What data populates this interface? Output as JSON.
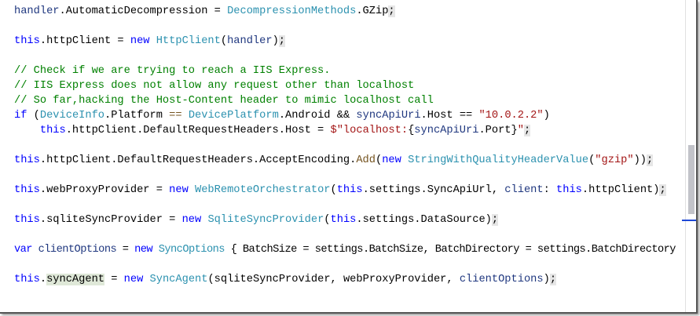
{
  "editor": {
    "lines": [
      [
        [
          "handler",
          "v"
        ],
        [
          ".AutomaticDecompression = ",
          "o"
        ],
        [
          "DecompressionMethods",
          "t"
        ],
        [
          ".GZip",
          "o"
        ],
        [
          ";",
          "hl"
        ]
      ],
      [],
      [
        [
          "this",
          "k"
        ],
        [
          ".httpClient = ",
          "o"
        ],
        [
          "new ",
          "k"
        ],
        [
          "HttpClient",
          "t"
        ],
        [
          "(",
          "o"
        ],
        [
          "handler",
          "v"
        ],
        [
          ")",
          "o"
        ],
        [
          ";",
          "hl"
        ]
      ],
      [],
      [
        [
          "// Check if we are trying to reach a IIS Express.",
          "c"
        ]
      ],
      [
        [
          "// IIS Express does not allow any request other than localhost",
          "c"
        ]
      ],
      [
        [
          "// So far,hacking the Host-Content header to mimic localhost call",
          "c"
        ]
      ],
      [
        [
          "if",
          "k"
        ],
        [
          " (",
          "o"
        ],
        [
          "DeviceInfo",
          "t"
        ],
        [
          ".Platform ",
          "o"
        ],
        [
          "==",
          "m"
        ],
        [
          " ",
          "o"
        ],
        [
          "DevicePlatform",
          "t"
        ],
        [
          ".Android && ",
          "o"
        ],
        [
          "syncApiUri",
          "v"
        ],
        [
          ".Host == ",
          "o"
        ],
        [
          "\"10.0.2.2\"",
          "s"
        ],
        [
          ")",
          "o"
        ]
      ],
      [
        [
          "    ",
          "o"
        ],
        [
          "this",
          "k"
        ],
        [
          ".httpClient.DefaultRequestHeaders.Host = ",
          "o"
        ],
        [
          "$\"localhost:",
          "s"
        ],
        [
          "{",
          "o"
        ],
        [
          "syncApiUri",
          "v"
        ],
        [
          ".Port}",
          "o"
        ],
        [
          "\"",
          "s"
        ],
        [
          ";",
          "hl"
        ]
      ],
      [],
      [
        [
          "this",
          "k"
        ],
        [
          ".httpClient.DefaultRequestHeaders.AcceptEncoding.",
          "o"
        ],
        [
          "Add",
          "m"
        ],
        [
          "(",
          "o"
        ],
        [
          "new ",
          "k"
        ],
        [
          "StringWithQualityHeaderValue",
          "t"
        ],
        [
          "(",
          "o"
        ],
        [
          "\"gzip\"",
          "s"
        ],
        [
          "))",
          "o"
        ],
        [
          ";",
          "hl"
        ]
      ],
      [],
      [
        [
          "this",
          "k"
        ],
        [
          ".webProxyProvider = ",
          "o"
        ],
        [
          "new ",
          "k"
        ],
        [
          "WebRemoteOrchestrator",
          "t"
        ],
        [
          "(",
          "o"
        ],
        [
          "this",
          "k"
        ],
        [
          ".settings.SyncApiUrl, ",
          "o"
        ],
        [
          "client",
          "v"
        ],
        [
          ": ",
          "o"
        ],
        [
          "this",
          "k"
        ],
        [
          ".httpClient)",
          "o"
        ],
        [
          ";",
          "hl"
        ]
      ],
      [],
      [
        [
          "this",
          "k"
        ],
        [
          ".sqliteSyncProvider = ",
          "o"
        ],
        [
          "new ",
          "k"
        ],
        [
          "SqliteSyncProvider",
          "t"
        ],
        [
          "(",
          "o"
        ],
        [
          "this",
          "k"
        ],
        [
          ".settings.DataSource)",
          "o"
        ],
        [
          ";",
          "hl"
        ]
      ],
      [],
      [
        [
          "var",
          "k"
        ],
        [
          " ",
          "o"
        ],
        [
          "clientOptions",
          "v"
        ],
        [
          " = ",
          "o"
        ],
        [
          "new ",
          "k"
        ],
        [
          "SyncOptions",
          "t"
        ],
        [
          " { BatchSize = settings.BatchSize, BatchDirectory = settings.BatchDirectory",
          "o"
        ]
      ],
      [],
      [
        [
          "this",
          "k"
        ],
        [
          ".",
          "o"
        ],
        [
          "syncAgent",
          "ref"
        ],
        [
          " = ",
          "o"
        ],
        [
          "new ",
          "k"
        ],
        [
          "SyncAgent",
          "t"
        ],
        [
          "(sqliteSyncProvider, webProxyProvider, ",
          "o"
        ],
        [
          "clientOptions",
          "v"
        ],
        [
          ")",
          "o"
        ],
        [
          ";",
          "hl"
        ]
      ]
    ]
  }
}
